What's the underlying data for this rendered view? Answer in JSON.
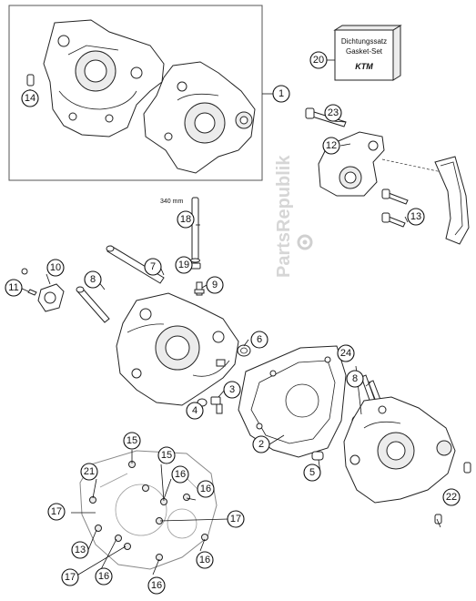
{
  "watermark": "PartsRepublik",
  "dimension_label": "340 mm",
  "gasket_set": {
    "line1": "Dichtungssatz",
    "line2": "Gasket-Set",
    "brand": "KTM"
  },
  "callouts": {
    "c1": "1",
    "c2": "2",
    "c3": "3",
    "c4": "4",
    "c5": "5",
    "c6": "6",
    "c7": "7",
    "c8a": "8",
    "c8b": "8",
    "c9": "9",
    "c10": "10",
    "c11": "11",
    "c12": "12",
    "c13a": "13",
    "c13b": "13",
    "c14": "14",
    "c15a": "15",
    "c15b": "15",
    "c16a": "16",
    "c16b": "16",
    "c16c": "16",
    "c16d": "16",
    "c16e": "16",
    "c17a": "17",
    "c17b": "17",
    "c17c": "17",
    "c18": "18",
    "c19": "19",
    "c20": "20",
    "c21": "21",
    "c22": "22",
    "c23": "23",
    "c24": "24"
  }
}
